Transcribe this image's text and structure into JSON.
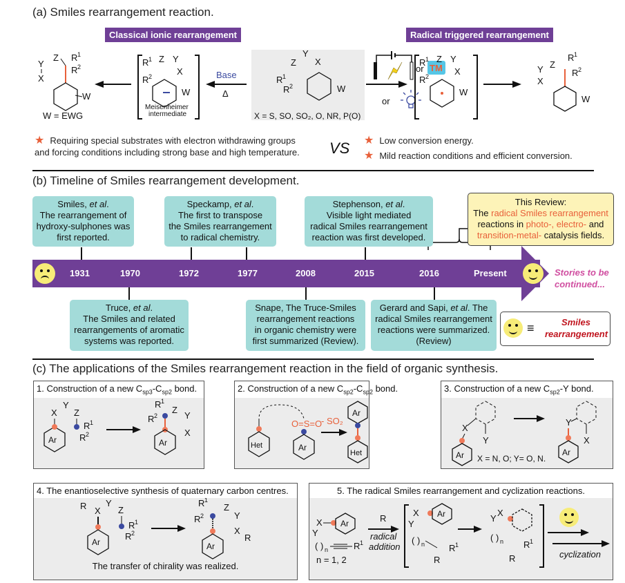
{
  "section_a": {
    "title": "(a) Smiles rearrangement reaction.",
    "classical_label": "Classical ionic rearrangement",
    "radical_label": "Radical triggered rearrangement",
    "base_label": "Base",
    "heat_label": "Δ",
    "meisenheimer_line1": "Meisenheimer",
    "meisenheimer_line2": "intermediate",
    "w_ewg": "W = EWG",
    "x_options": "X = S, SO, SO₂, O, NR, P(O)",
    "or1": "or",
    "or2": "or",
    "tm_label": "TM",
    "vs": "VS",
    "classical_drawbacks_line1": "Requiring special substrates with electron withdrawing groups",
    "classical_drawbacks_line2": "and forcing conditions including strong base and high temperature.",
    "radical_advantages": [
      "Low conversion energy.",
      "Mild reaction conditions and efficient conversion."
    ]
  },
  "section_b": {
    "title": "(b) Timeline of Smiles rearrangement development.",
    "years": [
      "1931",
      "1970",
      "1972",
      "1977",
      "2008",
      "2015",
      "2016",
      "Present"
    ],
    "top_events": [
      {
        "author": "Smiles, ",
        "etal": "et al",
        "text": [
          "The rearrangement of",
          "hydroxy-sulphones was",
          "first reported."
        ]
      },
      {
        "author": "Speckamp, ",
        "etal": "et al",
        "text": [
          "The first to transpose",
          "the Smiles rearrangement",
          "to radical chemistry."
        ]
      },
      {
        "author": "Stephenson, ",
        "etal": "et al",
        "text": [
          "Visible light mediated",
          "radical Smiles rearrangement",
          "reaction was first developed."
        ]
      }
    ],
    "bottom_events": [
      {
        "author": "Truce, ",
        "etal": "et al",
        "text": [
          "The Smiles and related",
          "rearrangements of aromatic",
          "systems was reported."
        ]
      },
      {
        "author": "Snape,  The Truce-Smiles",
        "text": [
          "rearrangement reactions",
          "in organic chemistry were",
          "first summarized (Review)."
        ]
      },
      {
        "author": "Gerard and Sapi, ",
        "etal": "et al",
        "author_tail": ". The",
        "text": [
          "radical Smiles rearrangement",
          "reactions were summarized.",
          "(Review)"
        ]
      }
    ],
    "review": {
      "heading": "This Review:",
      "l2_a": "The ",
      "l2_b": "radical Smiles rearrangement",
      "l3_a": "reactions in ",
      "l3_b": "photo-, electro-",
      "l3_c": " and",
      "l4_a": "transition-metal-",
      "l4_b": " catalysis fields."
    },
    "continued_1": "Stories to be",
    "continued_2": "continued...",
    "legend_1": "Smiles",
    "legend_2": "rearrangement",
    "colors": {
      "timeline": "#6f3f96",
      "event_box": "#a3dbd9",
      "review_box": "#fdf3b8",
      "highlight": "#e8603a",
      "continued": "#d04ea0",
      "legend_text": "#c0141e"
    }
  },
  "section_c": {
    "title": "(c) The applications of the Smiles rearrangement reaction in the field of organic synthesis.",
    "panels": [
      {
        "head_a": "1. Construction of a new C",
        "sub1": "sp3",
        "mid": "-C",
        "sub2": "sp2",
        "head_b": " bond."
      },
      {
        "head_a": "2. Construction of a new C",
        "sub1": "sp2",
        "mid": "-C",
        "sub2": "sp2",
        "head_b": " bond.",
        "loss": "- SO₂"
      },
      {
        "head_a": "3. Construction of a new C",
        "sub1": "sp2",
        "head_b": "-Y bond.",
        "note": "X = N, O; Y= O, N."
      },
      {
        "head": "4. The enantioselective synthesis of quaternary carbon centres.",
        "note": "The transfer of chirality was realized."
      },
      {
        "head": "5. The  radical Smiles rearrangement and cyclization reactions.",
        "radical": "R",
        "radical_addition_1": "radical",
        "radical_addition_2": "addition",
        "n_values": "n = 1, 2",
        "cyclization": "cyclization"
      }
    ]
  }
}
